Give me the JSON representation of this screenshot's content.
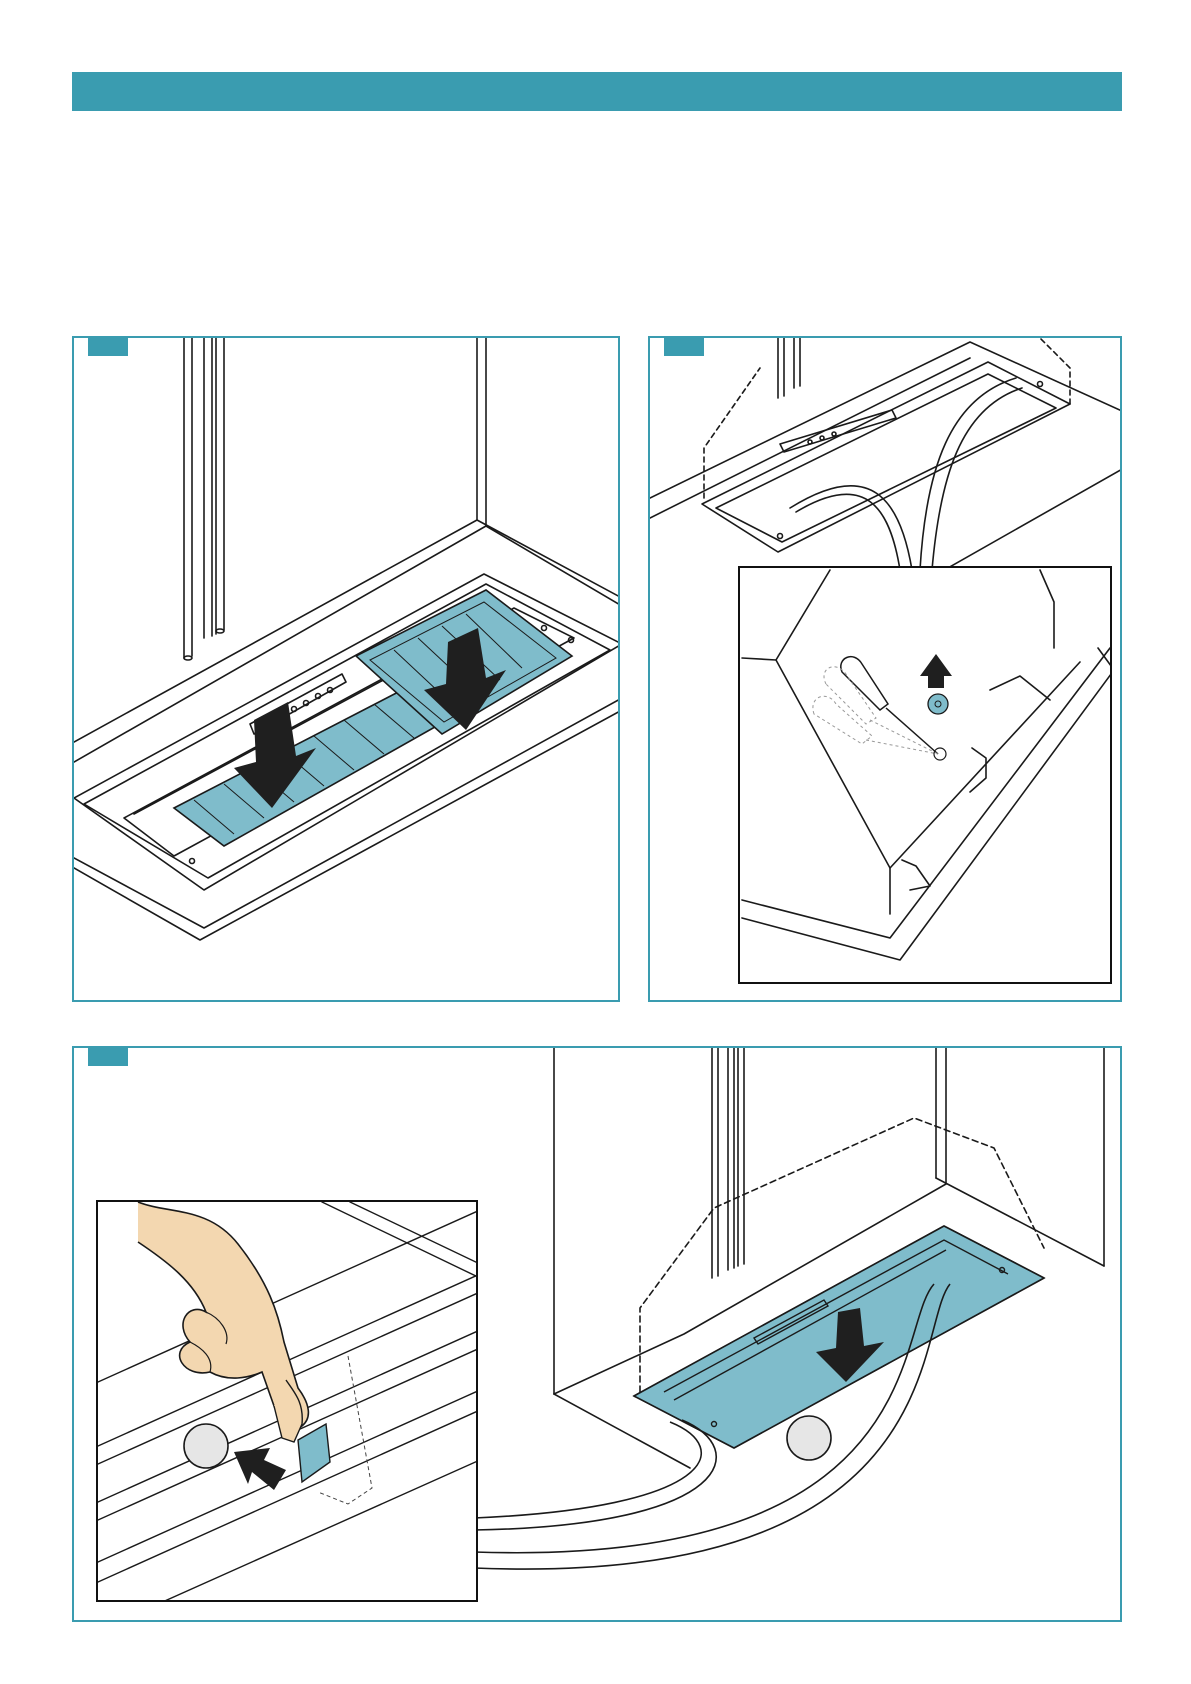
{
  "page": {
    "accent_color": "#3a9cb0",
    "filter_color": "#7fbccb",
    "line_color": "#1a1a1a"
  },
  "header": {
    "title": ""
  },
  "steps": [
    {
      "number": "",
      "illustration": "remove-grease-filters"
    },
    {
      "number": "",
      "illustration": "unscrew-charcoal-filter-holder"
    },
    {
      "number": "",
      "illustration": "release-filter-clip-and-lower-filter"
    }
  ],
  "icons": [
    "down-arrow-icon",
    "up-arrow-icon",
    "left-arrow-icon",
    "screwdriver-icon",
    "hand-icon",
    "marker-circle-icon"
  ]
}
